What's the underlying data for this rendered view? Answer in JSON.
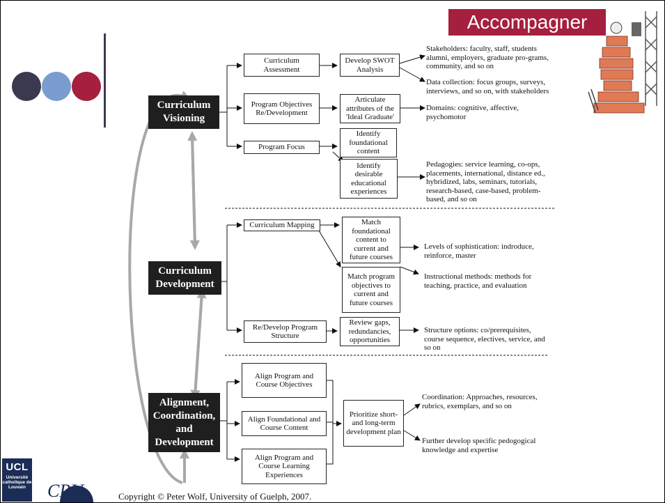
{
  "banner": {
    "label": "Accompagner"
  },
  "colors": {
    "banner": "#a51f3e",
    "dot1": "#3a3950",
    "dot2": "#7a9ccf",
    "dot3": "#a51f3e",
    "phase_box": "#1f1f1f"
  },
  "phases": {
    "visioning": "Curriculum Visioning",
    "development": "Curriculum Development",
    "alignment": "Alignment, Coordination, and Development"
  },
  "visioning": {
    "assessment": "Curriculum Assessment",
    "swot": "Develop SWOT Analysis",
    "objectives": "Program Objectives Re/Development",
    "attributes": "Articulate attributes of the 'Ideal Graduate'",
    "focus": "Program Focus",
    "foundational": "Identify foundational content",
    "experiences": "Identify desirable educational experiences",
    "note_stakeholders": "Stakeholders: faculty, staff, students alumni, employers, graduate pro-grams, community, and so on",
    "note_data": "Data collection: focus groups, surveys, interviews, and so on, with stakeholders",
    "note_domains": "Domains: cognitive, affective, psychomotor",
    "note_pedagogies": "Pedagogies: service learning, co-ops, placements, international, distance ed., hybridized, labs, seminars, tutorials, research-based, case-based, problem-based, and so on"
  },
  "development": {
    "mapping": "Curriculum Mapping",
    "match_content": "Match foundational content to current and future courses",
    "match_objectives": "Match program objectives to current and future courses",
    "structure": "Re/Develop Program Structure",
    "review": "Review gaps, redundancies, opportunities",
    "note_levels": "Levels of sophistication: indroduce, reinforce, master",
    "note_methods": "Instructional methods: methods for teaching, practice, and evaluation",
    "note_structure": "Structure options: co/prerequisites, course sequence, electives, service, and so on"
  },
  "alignment": {
    "align_objectives": "Align Program and Course Objectives",
    "align_content": "Align Foundational and Course Content",
    "align_experiences": "Align Program and Course Learning Experiences",
    "prioritize": "Prioritize short- and long-term development plan",
    "note_coordination": "Coordination: Approaches, resources, rubrics, exemplars, and so on",
    "note_further": "Further develop specific pedogogical knowledge and expertise"
  },
  "logos": {
    "ucl_abbr": "UCL",
    "ucl_name": "Université catholique de Louvain",
    "cpu": "CPU"
  },
  "copyright": "Copyright © Peter Wolf, University of Guelph, 2007."
}
